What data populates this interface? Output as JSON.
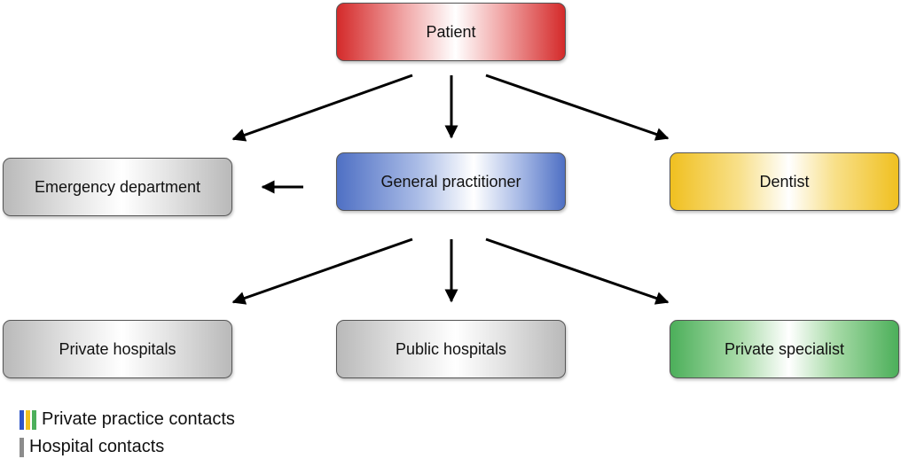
{
  "nodes": {
    "patient": "Patient",
    "general_practitioner": "General practitioner",
    "emergency_department": "Emergency department",
    "dentist": "Dentist",
    "private_hospitals": "Private hospitals",
    "public_hospitals": "Public hospitals",
    "private_specialist": "Private specialist"
  },
  "colors": {
    "patient": "#d42a2a",
    "general_practitioner": "#4f70c4",
    "dentist": "#f0c020",
    "private_specialist": "#4caf5a",
    "hospital": "#8c8c8c",
    "arrow": "#000000"
  },
  "edges": [
    {
      "from": "Patient",
      "to": "Emergency department"
    },
    {
      "from": "Patient",
      "to": "General practitioner"
    },
    {
      "from": "Patient",
      "to": "Dentist"
    },
    {
      "from": "General practitioner",
      "to": "Emergency department"
    },
    {
      "from": "General practitioner",
      "to": "Private hospitals"
    },
    {
      "from": "General practitioner",
      "to": "Public hospitals"
    },
    {
      "from": "General practitioner",
      "to": "Private specialist"
    }
  ],
  "legend": {
    "private_practice_label": "Private practice contacts",
    "hospital_label": "Hospital contacts",
    "private_practice_colors": [
      "#2f55c8",
      "#f0c020",
      "#4caf5a"
    ],
    "hospital_color": "#8c8c8c"
  }
}
